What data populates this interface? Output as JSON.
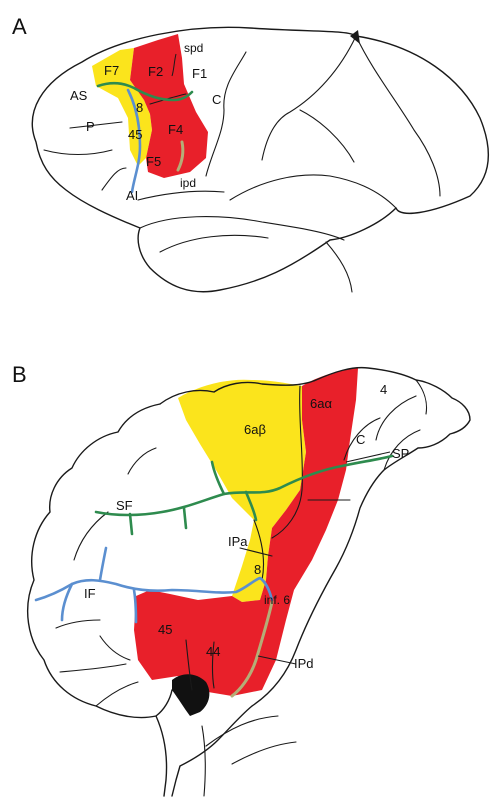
{
  "colors": {
    "red": "#e8202a",
    "yellow": "#fbe41c",
    "green": "#2e8b4e",
    "blue": "#5b8fd0",
    "tan": "#b5ad77",
    "outline": "#1a1a1a"
  },
  "panel_a": {
    "letter": "A",
    "labels": {
      "f7": "F7",
      "f2": "F2",
      "spd": "spd",
      "f1": "F1",
      "as": "AS",
      "p": "P",
      "area8": "8",
      "area45": "45",
      "f4": "F4",
      "f5": "F5",
      "c": "C",
      "ai": "AI",
      "ipd": "ipd"
    }
  },
  "panel_b": {
    "letter": "B",
    "labels": {
      "area4": "4",
      "area6ab": "6aβ",
      "area6aa": "6aα",
      "c": "C",
      "sp": "SP",
      "sf": "SF",
      "ipa": "IPa",
      "area8": "8",
      "if": "IF",
      "inf6": "inf. 6",
      "area45": "45",
      "area44": "44",
      "ipd": "IPd"
    }
  }
}
